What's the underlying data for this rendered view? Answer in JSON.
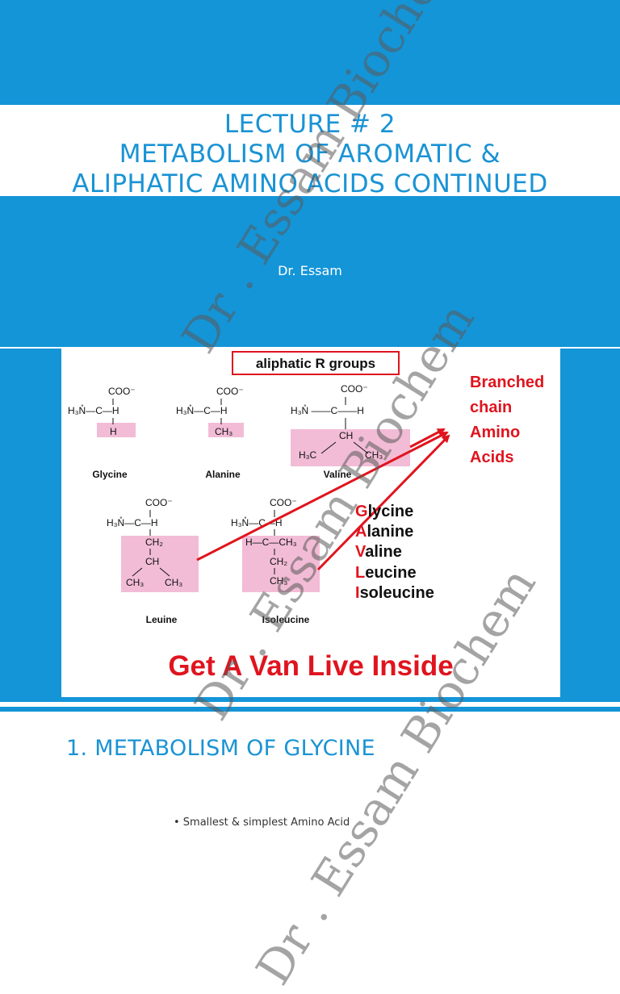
{
  "slide1": {
    "title_line1": "LECTURE # 2",
    "title_line2": "METABOLISM OF AROMATIC &",
    "title_line3": "ALIPHATIC AMINO ACIDS CONTINUED",
    "author": "Dr. Essam"
  },
  "slide2": {
    "header": "aliphatic R groups",
    "molecules": {
      "glycine": "Glycine",
      "alanine": "Alanine",
      "valine": "Valine",
      "leucine": "Leuine",
      "isoleucine": "Isoleucine"
    },
    "branched_line1": "Branched",
    "branched_line2": "chain",
    "branched_line3": "Amino",
    "branched_line4": "Acids",
    "mnemonic": [
      {
        "letter": "G",
        "rest": "lycine"
      },
      {
        "letter": "A",
        "rest": "lanine"
      },
      {
        "letter": "V",
        "rest": "aline"
      },
      {
        "letter": "L",
        "rest": "eucine"
      },
      {
        "letter": "I",
        "rest": "soleucine"
      }
    ],
    "slogan": "Get A Van Live Inside"
  },
  "slide3": {
    "title": "1. METABOLISM OF GLYCINE",
    "bullet": "• Smallest & simplest Amino Acid"
  },
  "watermark": "Dr . Essam Biochem",
  "colors": {
    "blue": "#1495d8",
    "red": "#e0141e",
    "pink": "#f2bcd6"
  }
}
